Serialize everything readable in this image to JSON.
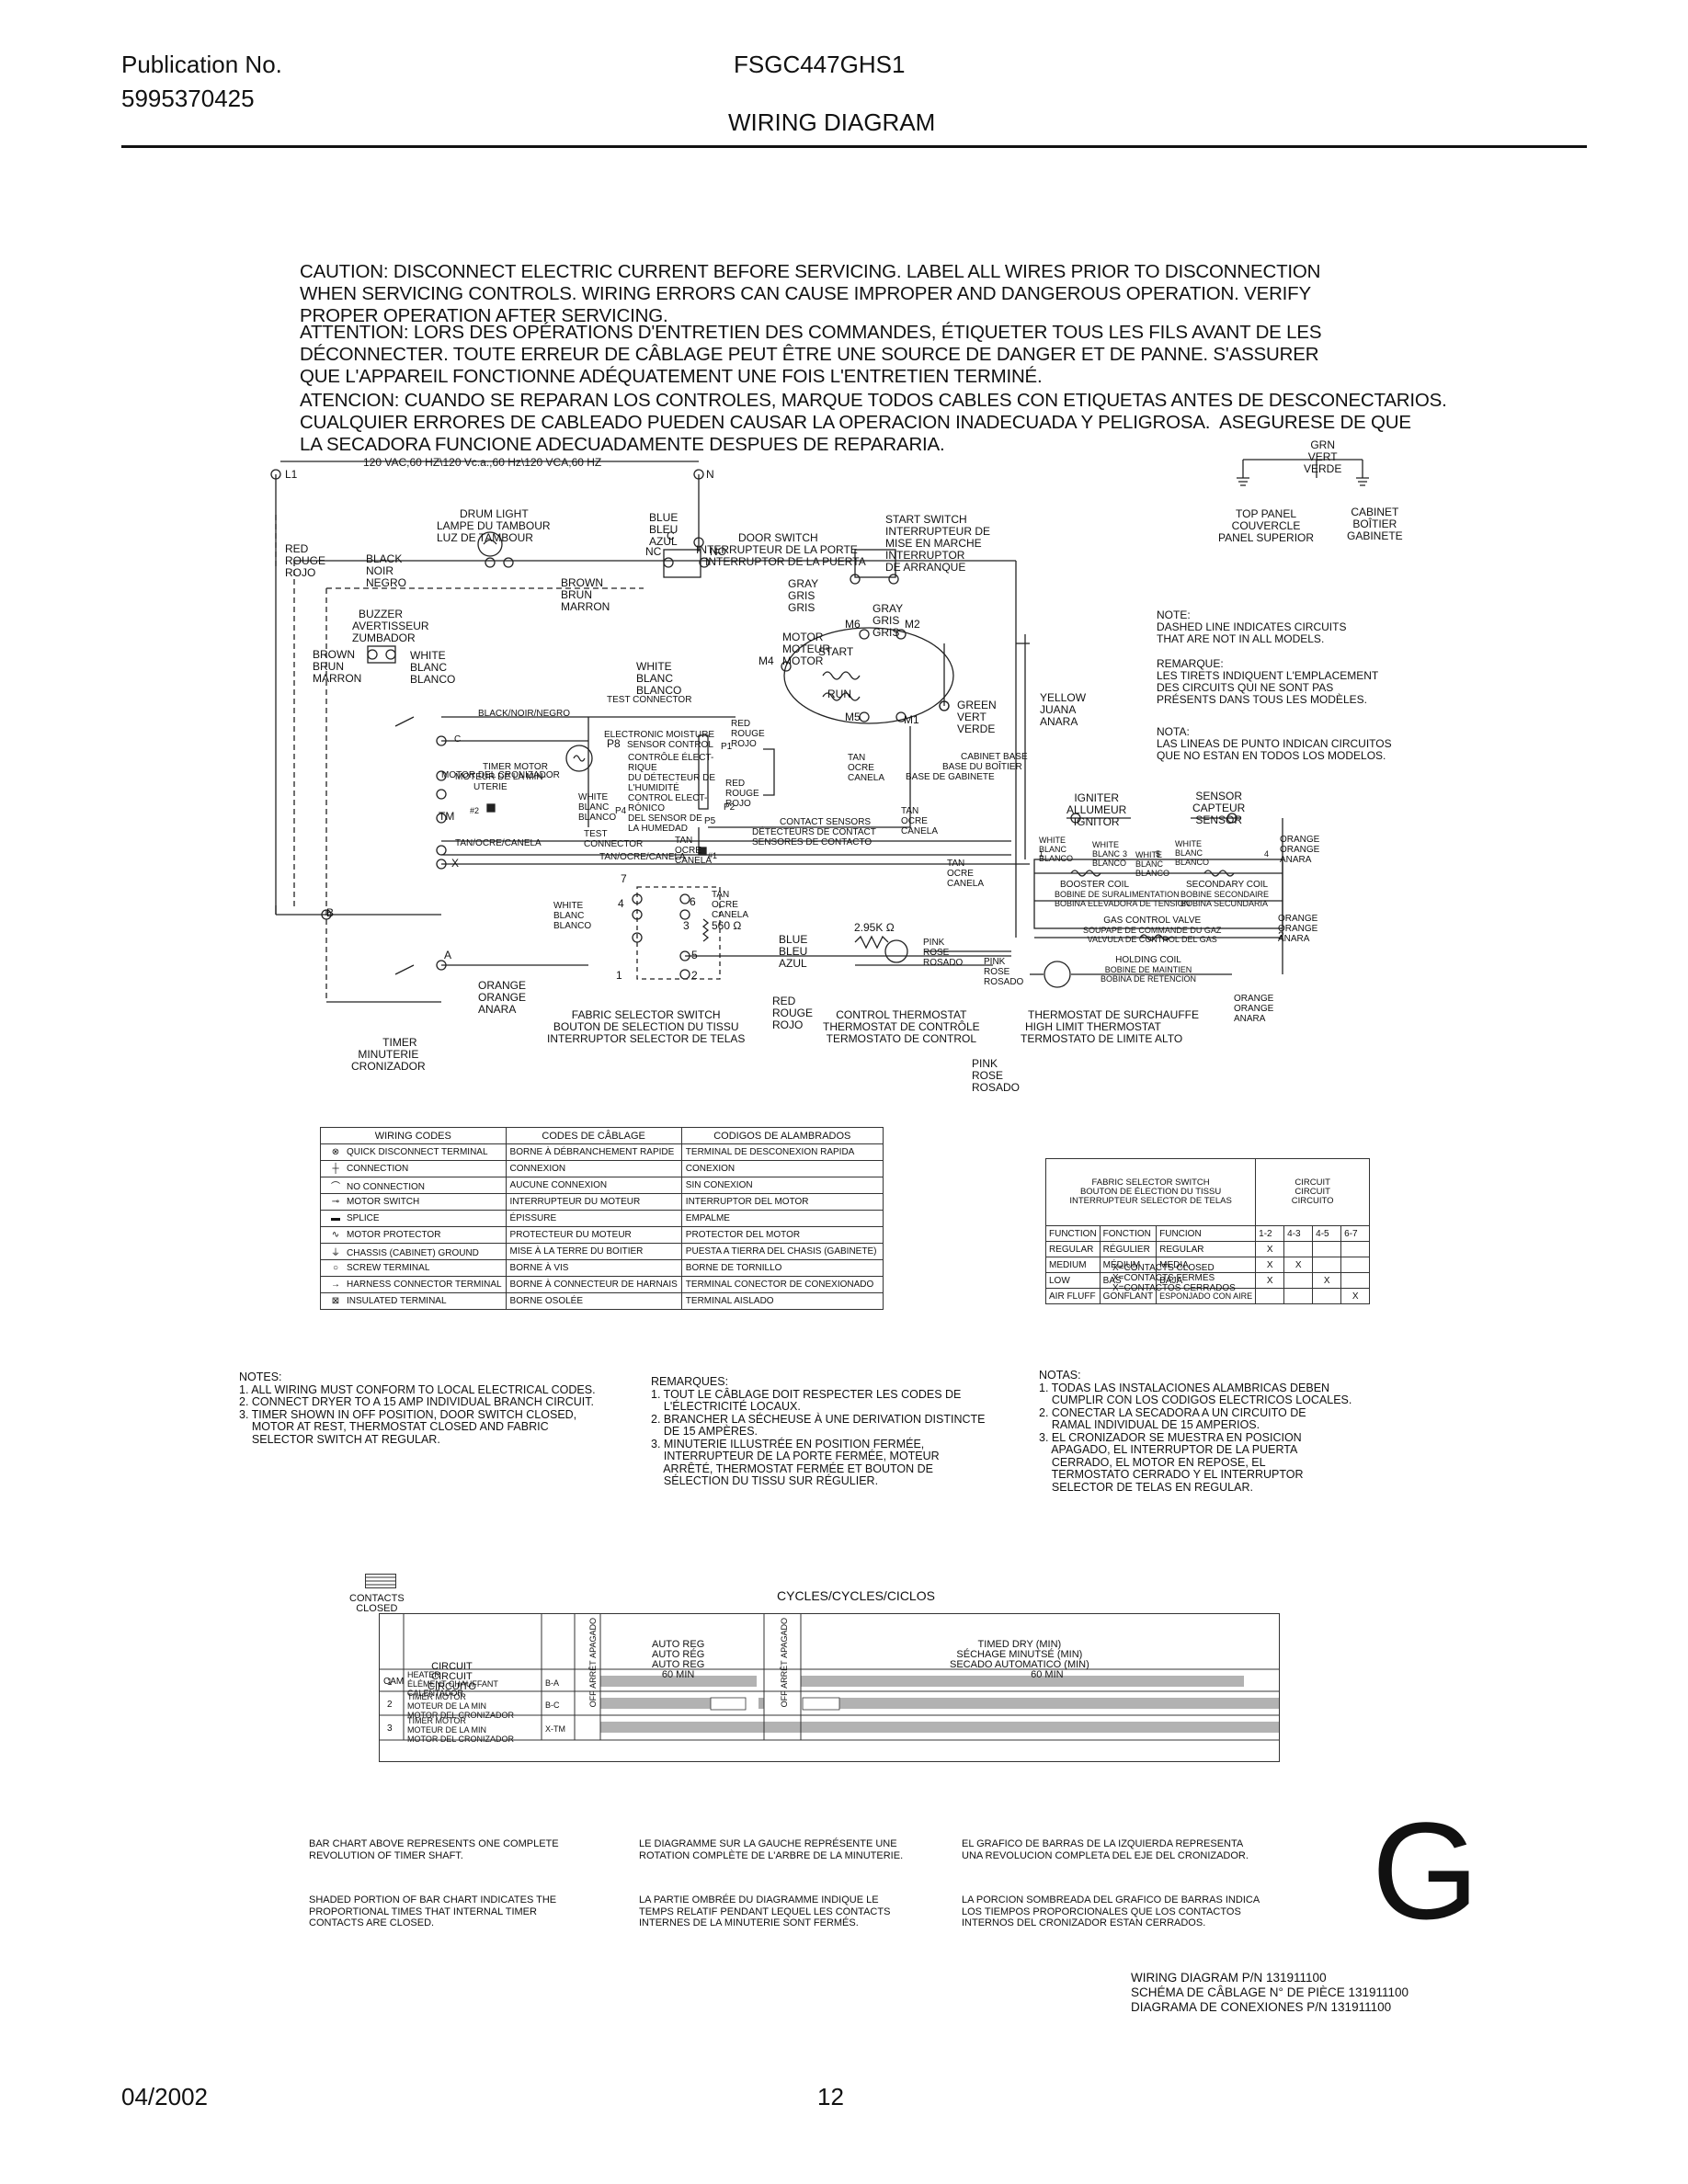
{
  "header": {
    "pub_label": "Publication No.",
    "pub_number": "5995370425",
    "model": "FSGC447GHS1",
    "section": "WIRING DIAGRAM"
  },
  "caution": {
    "en": [
      "CAUTION: DISCONNECT ELECTRIC CURRENT BEFORE SERVICING. LABEL ALL WIRES PRIOR TO DISCONNECTION",
      "WHEN SERVICING CONTROLS. WIRING ERRORS CAN CAUSE IMPROPER AND DANGEROUS OPERATION. VERIFY",
      "PROPER OPERATION AFTER SERVICING."
    ],
    "fr": [
      "ATTENTION: LORS DES OPÉRATIONS D'ENTRETIEN DES COMMANDES, ÉTIQUETER TOUS LES FILS AVANT DE LES",
      "DÉCONNECTER. TOUTE ERREUR DE CÂBLAGE PEUT ÊTRE UNE SOURCE DE DANGER ET DE PANNE. S'ASSURER",
      "QUE L'APPAREIL FONCTIONNE ADÉQUATEMENT UNE FOIS L'ENTRETIEN TERMINÉ."
    ],
    "es": [
      "ATENCION: CUANDO SE REPARAN LOS CONTROLES, MARQUE TODOS CABLES CON ETIQUETAS ANTES DE DESCONECTARIOS.",
      "CUALQUIER ERRORES DE CABLEADO PUEDEN CAUSAR LA OPERACION INADECUADA Y PELIGROSA.  ASEGURESE DE QUE",
      "LA SECADORA FUNCIONE ADECUADAMENTE DESPUES DE REPARARIA."
    ]
  },
  "diagram": {
    "supply": "120 VAC,60 HZ\\120 Vc.a.,60 Hz\\120 VCA,60 HZ",
    "l1": "L1",
    "n": "N",
    "ground": [
      "GRN",
      "VERT",
      "VERDE"
    ],
    "top_panel": [
      "TOP PANEL",
      "COUVERCLE",
      "PANEL SUPERIOR"
    ],
    "cabinet": [
      "CABINET",
      "BOÎTIER",
      "GABINETE"
    ],
    "drum_light": [
      "DRUM LIGHT",
      "LAMPE DU TAMBOUR",
      "LUZ DE TAMBOUR"
    ],
    "red_wire": [
      "RED",
      "ROUGE",
      "ROJO"
    ],
    "black_wire": [
      "BLACK",
      "NOIR",
      "NEGRO"
    ],
    "brown_wire": [
      "BROWN",
      "BRUN",
      "MARRON"
    ],
    "blue_wire": [
      "BLUE",
      "BLEU",
      "AZUL"
    ],
    "door_switch": [
      "DOOR SWITCH",
      "INTERRUPTEUR DE LA PORTE",
      "INTERRUPTOR DE LA PUERTA"
    ],
    "c": "C",
    "nc": "NC",
    "no": "NO",
    "start_switch": [
      "START SWITCH",
      "INTERRUPTEUR DE",
      "MISE EN MARCHE",
      "INTERRUPTOR",
      "DE ARRANQUE"
    ],
    "gray_wire": [
      "GRAY",
      "GRIS",
      "GRIS"
    ],
    "buzzer": [
      "BUZZER",
      "AVERTISSEUR",
      "ZUMBADOR"
    ],
    "brown_wire2": [
      "BROWN",
      "BRUN",
      "MARRON"
    ],
    "white_wire": [
      "WHITE",
      "BLANC",
      "BLANCO"
    ],
    "motor": [
      "MOTOR",
      "MOTEUR",
      "MOTOR"
    ],
    "m6": "M6",
    "m2": "M2",
    "m4": "M4",
    "m5": "M5",
    "m1": "M1",
    "start": "START",
    "run": "RUN",
    "green_wire": [
      "GREEN",
      "VERT",
      "VERDE"
    ],
    "yellow_wire": [
      "YELLOW",
      "JUANA",
      "ANARA"
    ],
    "note_en": [
      "NOTE:",
      "DASHED LINE INDICATES CIRCUITS",
      "THAT ARE NOT IN ALL MODELS."
    ],
    "note_fr": [
      "REMARQUE:",
      "LES TIRETS INDIQUENT L'EMPLACEMENT",
      "DES CIRCUITS QUI NE SONT PAS",
      "PRÉSENTS DANS TOUS LES MODÈLES."
    ],
    "note_es": [
      "NOTA:",
      "LAS LINEAS DE PUNTO INDICAN CIRCUITOS",
      "QUE NO ESTAN EN TODOS LOS MODELOS."
    ],
    "test_connector": "TEST CONNECTOR",
    "black_white": "BLACK/NOIR/NEGRO",
    "ems_control": [
      "ELECTRONIC MOISTURE",
      "SENSOR CONTROL",
      "CONTRÔLE ÉLECT-",
      "RIQUE",
      "DU DÉTECTEUR DE",
      "L'HUMIDITÉ",
      "CONTROL ELECT-",
      "RÓNICO",
      "DEL SENSOR DE",
      "LA HUMEDAD"
    ],
    "p8": "P8",
    "p1": "P1",
    "p2": "P2",
    "p4": "P4",
    "p5": "P5",
    "timer_motor": [
      "TIMER MOTOR",
      "MOTEUR DE LA MIN-",
      "UTERIE",
      "MOTOR DEL CRONIZADOR"
    ],
    "cabinet_base": [
      "CABINET BASE",
      "BASE DU BOÎTIER",
      "BASE DE GABINETE"
    ],
    "tan_wire": [
      "TAN",
      "OCRE",
      "CANELA"
    ],
    "contact_sensors": [
      "CONTACT SENSORS",
      "DÉTECTEURS DE CONTACT",
      "SENSORES DE CONTACTO"
    ],
    "test_connector2": [
      "TEST",
      "CONNECTOR"
    ],
    "hash2": "#2",
    "hash1": "#1",
    "tm": "TM",
    "x": "X",
    "b": "B",
    "a": "A",
    "tan_line": "TAN/OCRE/CANELA",
    "igniter": [
      "IGNITER",
      "ALLUMEUR",
      "IGNITOR"
    ],
    "sensor": [
      "SENSOR",
      "CAPTEUR",
      "SENSOR"
    ],
    "orange_wire": [
      "ORANGE",
      "ORANGE",
      "ANARA"
    ],
    "booster_coil": [
      "BOOSTER COIL",
      "BOBINE DE SURALIMENTATION",
      "BOBINA ELEVADORA DE TENSION"
    ],
    "secondary_coil": [
      "SECONDARY COIL",
      "BOBINE SECONDAIRE",
      "BOBINA SECUNDARIA"
    ],
    "gas_valve": [
      "GAS CONTROL VALVE",
      "SOUPAPE DE COMMANDE DU GAZ",
      "VALVULA DE CONTROL DEL GAS"
    ],
    "holding_coil": [
      "HOLDING COIL",
      "BOBINE DE MAINTIEN",
      "BOBINA DE RETENCION"
    ],
    "resist_560": "560 Ω",
    "resist_295": "2.95K Ω",
    "pink_wire": [
      "PINK",
      "ROSE",
      "ROSADO"
    ],
    "fabric_switch": [
      "FABRIC SELECTOR SWITCH",
      "BOUTON DE SELECTION DU TISSU",
      "INTERRUPTOR SELECTOR DE TELAS"
    ],
    "control_thermostat": [
      "CONTROL THERMOSTAT",
      "THERMOSTAT DE CONTRÔLE",
      "TERMOSTATO DE CONTROL"
    ],
    "hi_limit": [
      "THERMOSTAT DE SURCHAUFFE",
      "HIGH LIMIT THERMOSTAT",
      "TERMOSTATO DE LIMITE ALTO"
    ],
    "timer": [
      "TIMER",
      "MINUTERIE",
      "CRONIZADOR"
    ],
    "sw_nums": [
      "7",
      "4",
      "3",
      "6",
      "5",
      "1",
      "2"
    ],
    "ign_nums": [
      "1",
      "3",
      "5",
      "4",
      "2"
    ]
  },
  "wiring_codes": {
    "headers": [
      "WIRING CODES",
      "CODES DE CÂBLAGE",
      "CODIGOS DE ALAMBRADOS"
    ],
    "rows": [
      {
        "icon": "quick-disconnect",
        "en": "QUICK DISCONNECT TERMINAL",
        "fr": "BORNE À DÉBRANCHEMENT RAPIDE",
        "es": "TERMINAL DE DESCONEXION RAPIDA"
      },
      {
        "icon": "connection",
        "en": "CONNECTION",
        "fr": "CONNEXION",
        "es": "CONEXION"
      },
      {
        "icon": "no-connection",
        "en": "NO CONNECTION",
        "fr": "AUCUNE CONNEXION",
        "es": "SIN CONEXION"
      },
      {
        "icon": "motor-switch",
        "en": "MOTOR SWITCH",
        "fr": "INTERRUPTEUR DU MOTEUR",
        "es": "INTERRUPTOR DEL MOTOR"
      },
      {
        "icon": "splice",
        "en": "SPLICE",
        "fr": "ÉPISSURE",
        "es": "EMPALME"
      },
      {
        "icon": "motor-protector",
        "en": "MOTOR PROTECTOR",
        "fr": "PROTECTEUR DU MOTEUR",
        "es": "PROTECTOR DEL MOTOR"
      },
      {
        "icon": "chassis-ground",
        "en": "CHASSIS (CABINET) GROUND",
        "fr": "MISE À LA TERRE DU BOITIER",
        "es": "PUESTA A TIERRA DEL CHASIS (GABINETE)"
      },
      {
        "icon": "screw-terminal",
        "en": "SCREW TERMINAL",
        "fr": "BORNE À VIS",
        "es": "BORNE DE TORNILLO"
      },
      {
        "icon": "harness-connector",
        "en": "HARNESS CONNECTOR TERMINAL",
        "fr": "BORNE À CONNECTEUR DE HARNAIS",
        "es": "TERMINAL CONECTOR DE CONEXIONADO"
      },
      {
        "icon": "insulated-terminal",
        "en": "INSULATED TERMINAL",
        "fr": "BORNE OSOLÉE",
        "es": "TERMINAL AISLADO"
      }
    ]
  },
  "fabric_table": {
    "title": [
      "FABRIC SELECTOR SWITCH",
      "BOUTON DE ÉLECTION DU TISSU",
      "INTERRUPTEUR SELECTOR DE TELAS"
    ],
    "circuit_title": [
      "CIRCUIT",
      "CIRCUIT",
      "CIRCUITO"
    ],
    "col_heads": [
      "FUNCTION",
      "FONCTION",
      "FUNCION",
      "1-2",
      "4-3",
      "4-5",
      "6-7"
    ],
    "rows": [
      [
        "REGULAR",
        "RÉGULIER",
        "REGULAR",
        "X",
        "",
        "",
        ""
      ],
      [
        "MEDIUM",
        "MÉDIUM",
        "MEDIA",
        "X",
        "X",
        "",
        ""
      ],
      [
        "LOW",
        "BAS",
        "BAJA",
        "X",
        "",
        "X",
        ""
      ],
      [
        "AIR FLUFF",
        "GONFLANT",
        "ESPONJADO CON AIRE",
        "",
        "",
        "",
        "X"
      ]
    ],
    "legend": [
      "X=CONTACTS CLOSED",
      "X=CONTACTS FERMÉS",
      "X=CONTACTOS CERRADOS"
    ]
  },
  "notes_en": [
    "NOTES:",
    "1. ALL WIRING MUST CONFORM TO LOCAL ELECTRICAL CODES.",
    "2. CONNECT DRYER TO A 15 AMP INDIVIDUAL BRANCH CIRCUIT.",
    "3. TIMER SHOWN IN OFF POSITION, DOOR SWITCH CLOSED,",
    "    MOTOR AT REST, THERMOSTAT CLOSED AND FABRIC",
    "    SELECTOR SWITCH AT REGULAR."
  ],
  "notes_fr": [
    "REMARQUES:",
    "1. TOUT LE CÂBLAGE DOIT RESPECTER LES CODES DE",
    "    L'ÉLECTRICITÉ LOCAUX.",
    "2. BRANCHER LA SÉCHEUSE À UNE DERIVATION DISTINCTE",
    "    DE 15 AMPÈRES.",
    "3. MINUTERIE ILLUSTRÉE EN POSITION FERMÉE,",
    "    INTERRUPTEUR DE LA PORTE FERMÉE, MOTEUR",
    "    ARRÊTÉ, THERMOSTAT FERMÉE ET BOUTON DE",
    "    SÉLECTION DU TISSU SUR RÉGULIER."
  ],
  "notes_es": [
    "NOTAS:",
    "1. TODAS LAS INSTALACIONES ALAMBRICAS DEBEN",
    "    CUMPLIR CON LOS CODIGOS ELECTRICOS LOCALES.",
    "2. CONECTAR LA SECADORA A UN CIRCUITO DE",
    "    RAMAL INDIVIDUAL DE 15 AMPERIOS.",
    "3. EL CRONIZADOR SE MUESTRA EN POSICION",
    "    APAGADO, EL INTERRUPTOR DE LA PUERTA",
    "    CERRADO, EL MOTOR EN REPOSE, EL",
    "    TERMOSTATO CERRADO Y EL INTERRUPTOR",
    "    SELECTOR DE TELAS EN REGULAR."
  ],
  "cycles": {
    "contacts_closed": [
      "CONTACTS",
      "CLOSED"
    ],
    "title": "CYCLES/CYCLES/CICLOS",
    "cam": "CAM",
    "circuit": [
      "CIRCUIT",
      "CIRCUIT",
      "CIRCUITO"
    ],
    "off": [
      "OFF",
      "ARRÊT",
      "APAGADO"
    ],
    "auto": [
      "AUTO REG",
      "AUTO RÉG",
      "AUTO REG",
      "60 MIN"
    ],
    "timed": [
      "TIMED DRY (MIN)",
      "SÉCHAGE MINUTSÉ (MIN)",
      "SECADO AUTOMATICO (MIN)",
      "60 MIN"
    ],
    "rows": [
      {
        "cam": "1",
        "name": [
          "HEATER",
          "ÉLÉMENT CHAUFFANT",
          "CALENTADOR"
        ],
        "circ": "B-A"
      },
      {
        "cam": "2",
        "name": [
          "TIMER MOTOR",
          "MOTEUR DE LA MIN",
          "MOTOR DEL CRONIZADOR"
        ],
        "circ": "B-C"
      },
      {
        "cam": "3",
        "name": [
          "TIMER MOTOR",
          "MOTEUR DE LA MIN",
          "MOTOR DEL CRONIZADOR"
        ],
        "circ": "X-TM"
      }
    ]
  },
  "bar_notes": {
    "en1": [
      "BAR CHART ABOVE REPRESENTS ONE COMPLETE",
      "REVOLUTION OF TIMER SHAFT."
    ],
    "en2": [
      "SHADED PORTION OF BAR CHART INDICATES THE",
      "PROPORTIONAL TIMES THAT INTERNAL TIMER",
      "CONTACTS ARE CLOSED."
    ],
    "fr1": [
      "LE DIAGRAMME SUR LA GAUCHE REPRÉSENTE UNE",
      "ROTATION COMPLÈTE DE L'ARBRE DE LA MINUTERIE."
    ],
    "fr2": [
      "LA PARTIE OMBRÉE DU DIAGRAMME INDIQUE LE",
      "TEMPS RELATIF PENDANT LEQUEL LES CONTACTS",
      "INTERNES DE LA MINUTERIE SONT FERMÉS."
    ],
    "es1": [
      "EL GRAFICO DE BARRAS DE LA IZQUIERDA REPRESENTA",
      "UNA REVOLUCION COMPLETA DEL EJE DEL CRONIZADOR."
    ],
    "es2": [
      "LA PORCION SOMBREADA DEL GRAFICO DE BARRAS INDICA",
      "LOS TIEMPOS PROPORCIONALES QUE LOS CONTACTOS",
      "INTERNOS DEL CRONIZADOR ESTAN CERRADOS."
    ]
  },
  "big_letter": "G",
  "part_numbers": [
    "WIRING DIAGRAM P/N 131911100",
    "SCHÉMA DE CÂBLAGE N° DE PIÈCE 131911100",
    "DIAGRAMA DE CONEXIONES P/N 131911100"
  ],
  "footer": {
    "date": "04/2002",
    "page": "12"
  }
}
